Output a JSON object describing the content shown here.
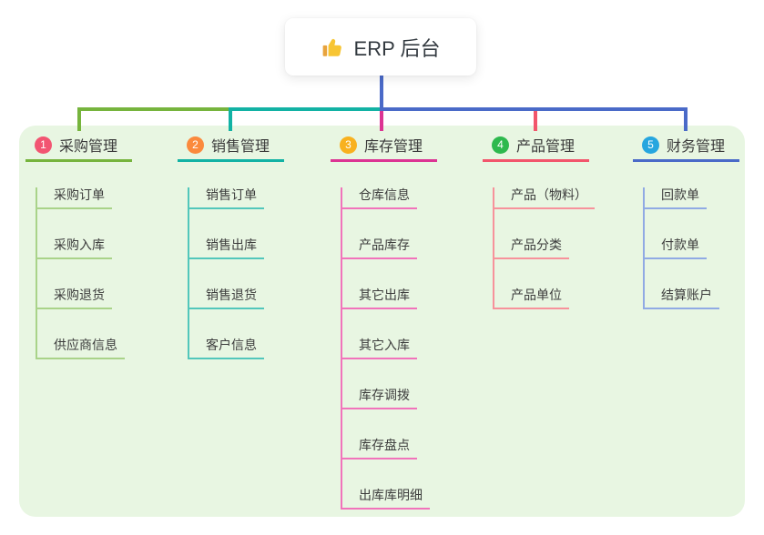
{
  "root": {
    "label": "ERP 后台",
    "icon": "thumbs-up-icon"
  },
  "branches": [
    {
      "num": "1",
      "label": "采购管理",
      "line_color": "#76b43d",
      "sub_line_color": "#a9d389",
      "badge_color": "#f25572",
      "items": [
        "采购订单",
        "采购入库",
        "采购退货",
        "供应商信息"
      ]
    },
    {
      "num": "2",
      "label": "销售管理",
      "line_color": "#12b2a4",
      "sub_line_color": "#52c7bb",
      "badge_color": "#fb8a3d",
      "items": [
        "销售订单",
        "销售出库",
        "销售退货",
        "客户信息"
      ]
    },
    {
      "num": "3",
      "label": "库存管理",
      "line_color": "#dc3493",
      "sub_line_color": "#f173bb",
      "badge_color": "#f8b11f",
      "items": [
        "仓库信息",
        "产品库存",
        "其它出库",
        "其它入库",
        "库存调拨",
        "库存盘点",
        "出库库明细"
      ]
    },
    {
      "num": "4",
      "label": "产品管理",
      "line_color": "#f2556c",
      "sub_line_color": "#f7929b",
      "badge_color": "#2eb94e",
      "items": [
        "产品（物料）",
        "产品分类",
        "产品单位"
      ]
    },
    {
      "num": "5",
      "label": "财务管理",
      "line_color": "#4a6ac8",
      "sub_line_color": "#90aae4",
      "badge_color": "#26a6df",
      "items": [
        "回款单",
        "付款单",
        "结算账户"
      ]
    }
  ],
  "colors": {
    "panel_background": "#e8f6e2",
    "trunk_blue": "#4a6ac8",
    "card_background": "#ffffff",
    "text": "#3a3a3a"
  }
}
